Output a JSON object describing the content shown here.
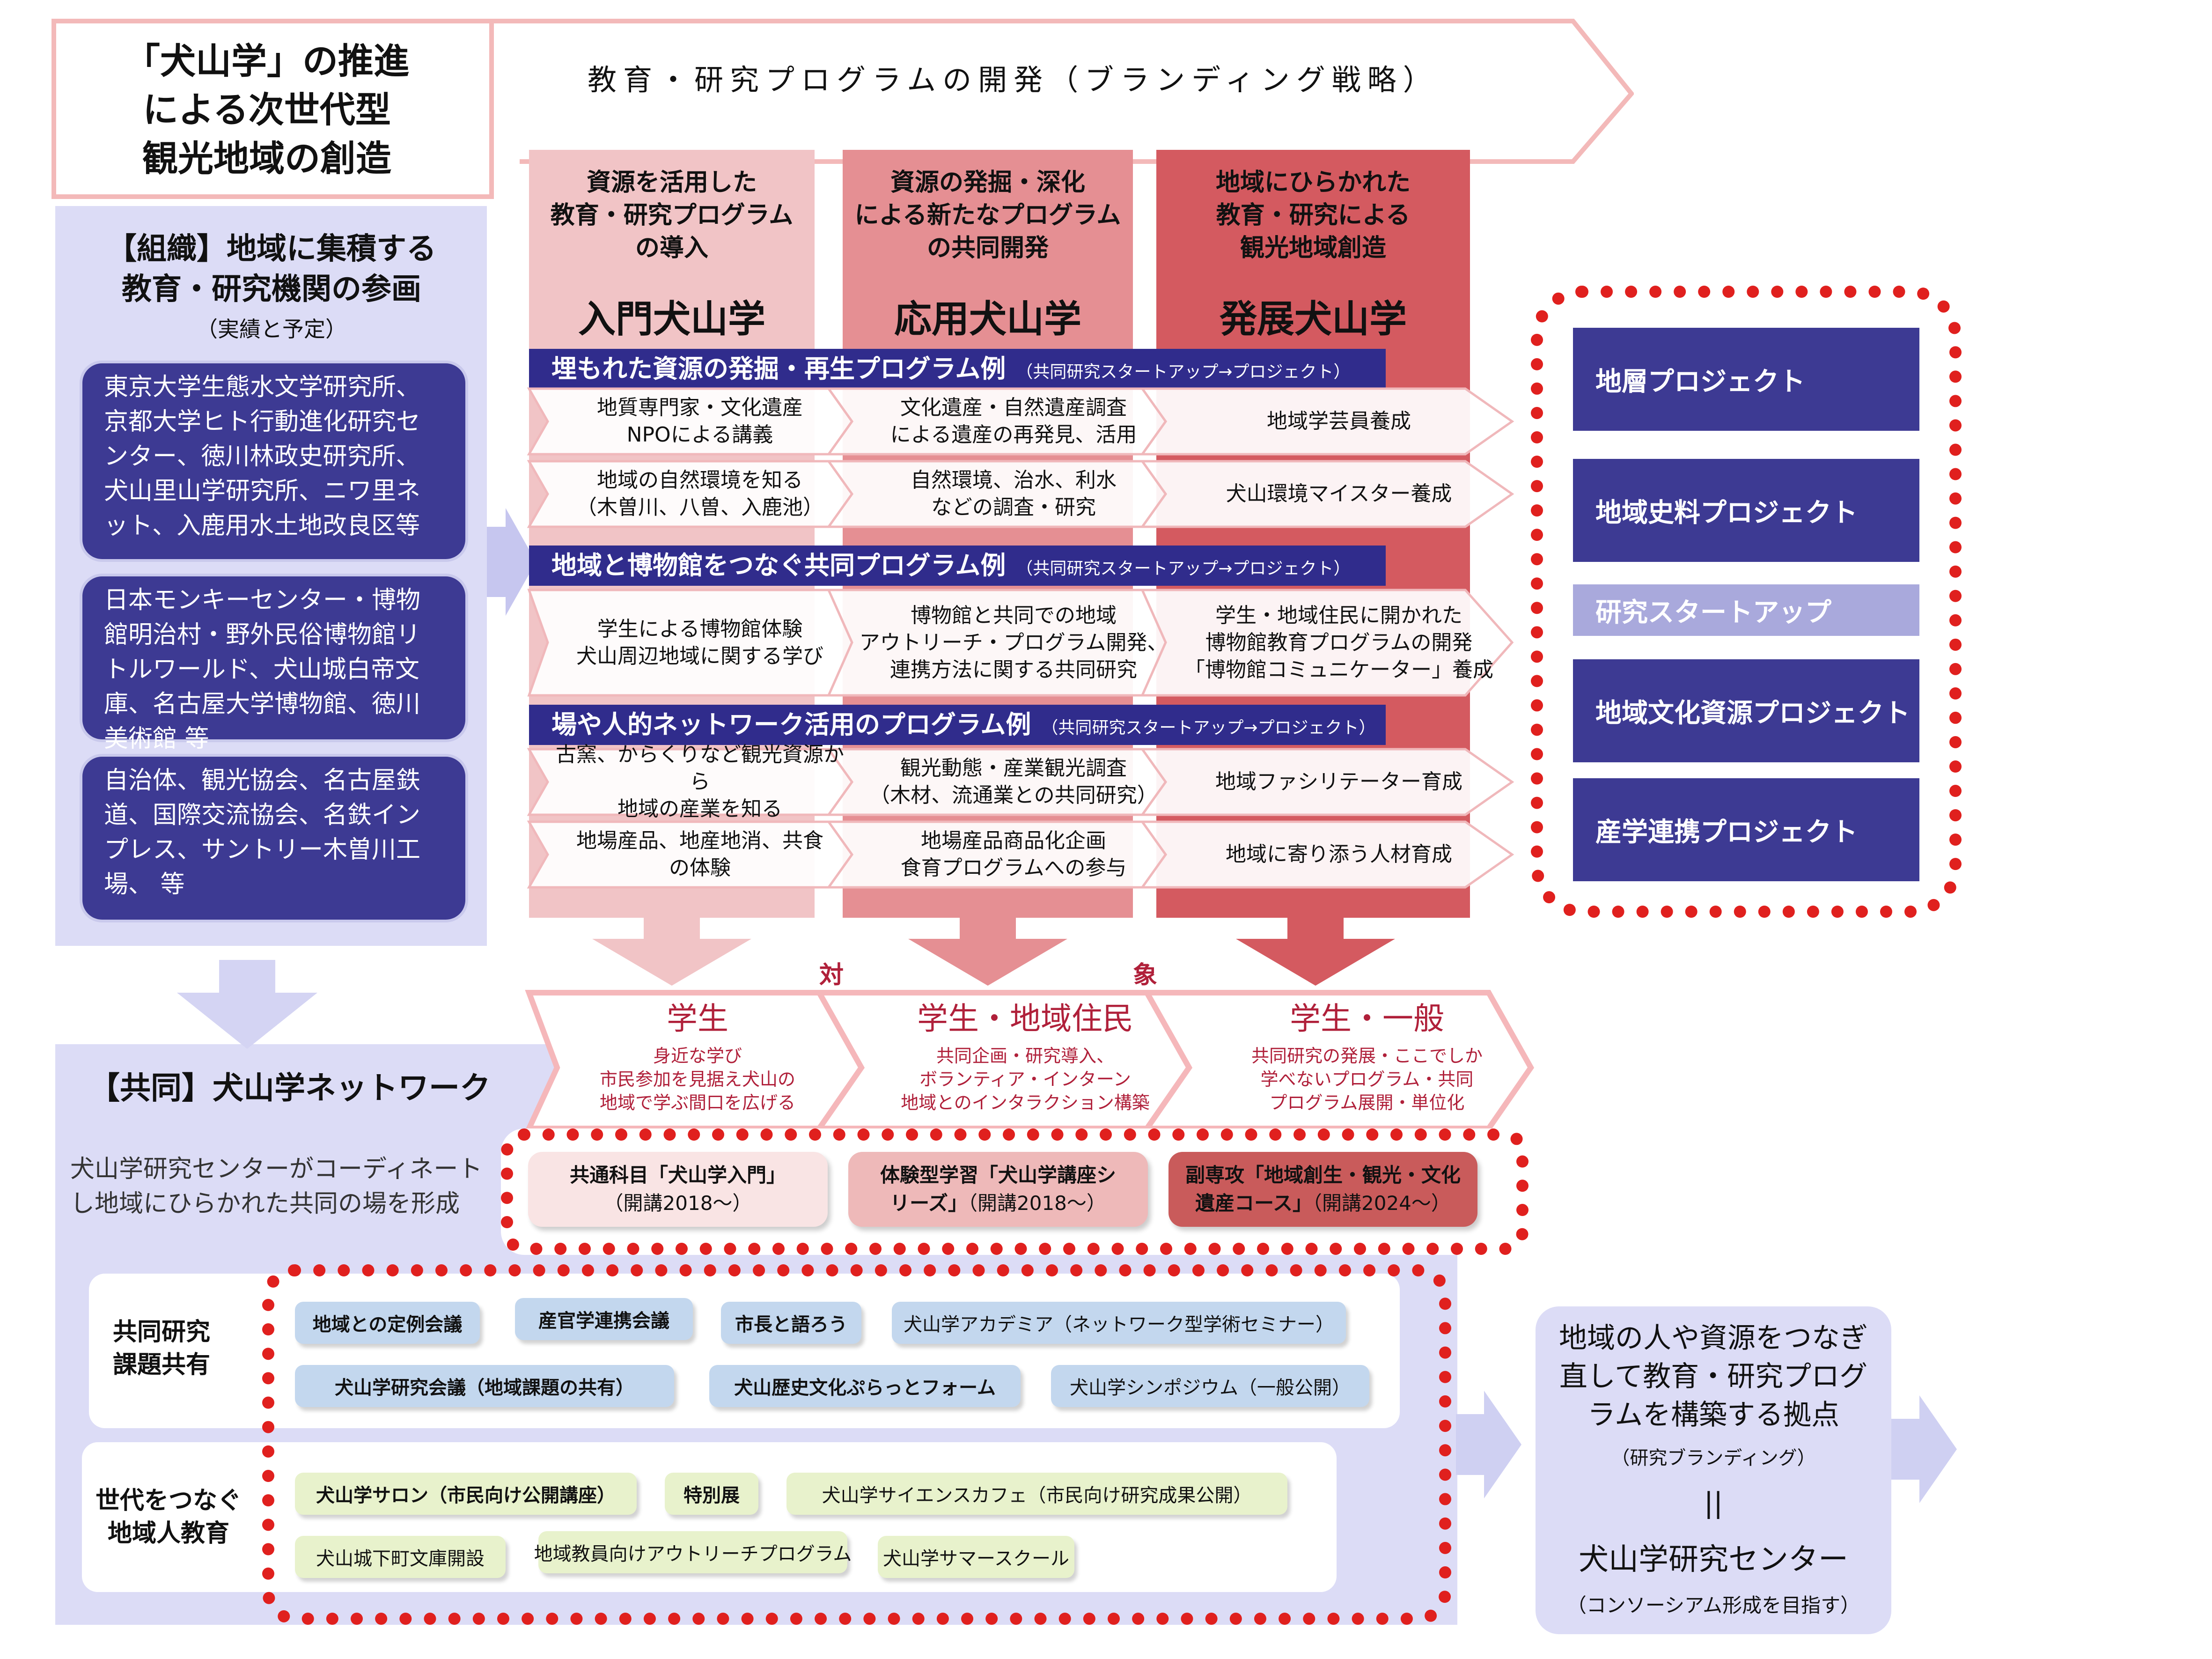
{
  "header": {
    "title": "「犬山学」の推進\nによる次世代型\n観光地域の創造",
    "banner": "教育・研究プログラムの開発（ブランディング戦略）"
  },
  "organizations": {
    "heading": "【組織】地域に集積する\n教育・研究機関の参画",
    "sub": "（実績と予定）",
    "groups": [
      "東京大学生態水文学研究所、京都大学ヒト行動進化研究センター、徳川林政史研究所、犬山里山学研究所、ニワ里ネット、入鹿用水土地改良区等",
      "日本モンキーセンター・博物館明治村・野外民俗博物館リトルワールド、犬山城白帝文庫、名古屋大学博物館、徳川美術館 等",
      "自治体、観光協会、名古屋鉄道、国際交流協会、名鉄インプレス、サントリー木曽川工場、 等"
    ]
  },
  "columns": [
    {
      "desc": "資源を活用した\n教育・研究プログラム\nの導入",
      "name": "入門犬山学",
      "color": "#f1c4c6"
    },
    {
      "desc": "資源の発掘・深化\nによる新たなプログラム\nの共同開発",
      "name": "応用犬山学",
      "color": "#e58f93"
    },
    {
      "desc": "地域にひらかれた\n教育・研究による\n観光地域創造",
      "name": "発展犬山学",
      "color": "#d45a60"
    }
  ],
  "programs": [
    {
      "title": "埋もれた資源の発掘・再生プログラム例",
      "note": "（共同研究スタートアップ→プロジェクト）",
      "rows": [
        [
          "地質専門家・文化遺産\nNPOによる講義",
          "文化遺産・自然遺産調査\nによる遺産の再発見、活用",
          "地域学芸員養成"
        ],
        [
          "地域の自然環境を知る\n（木曽川、八曽、入鹿池）",
          "自然環境、治水、利水\nなどの調査・研究",
          "犬山環境マイスター養成"
        ]
      ]
    },
    {
      "title": "地域と博物館をつなぐ共同プログラム例",
      "note": "（共同研究スタートアップ→プロジェクト）",
      "rows": [
        [
          "学生による博物館体験\n犬山周辺地域に関する学び",
          "博物館と共同での地域\nアウトリーチ・プログラム開発、\n連携方法に関する共同研究",
          "学生・地域住民に開かれた\n博物館教育プログラムの開発\n「博物館コミュニケーター」養成"
        ]
      ]
    },
    {
      "title": "場や人的ネットワーク活用のプログラム例",
      "note": "（共同研究スタートアップ→プロジェクト）",
      "rows": [
        [
          "古窯、からくりなど観光資源から\n地域の産業を知る",
          "観光動態・産業観光調査\n（木材、流通業との共同研究）",
          "地域ファシリテーター育成"
        ],
        [
          "地場産品、地産地消、共食\nの体験",
          "地場産品商品化企画\n食育プログラムへの参与",
          "地域に寄り添う人材育成"
        ]
      ]
    }
  ],
  "projects": [
    "地層プロジェクト",
    "地域史料プロジェクト",
    "研究スタートアップ",
    "地域文化資源プロジェクト",
    "産学連携プロジェクト"
  ],
  "target": {
    "label1": "対",
    "label2": "象",
    "items": [
      {
        "title": "学生",
        "desc": "身近な学び\n市民参加を見据え犬山の\n地域で学ぶ間口を広げる"
      },
      {
        "title": "学生・地域住民",
        "desc": "共同企画・研究導入、\nボランティア・インターン\n地域とのインタラクション構築"
      },
      {
        "title": "学生・一般",
        "desc": "共同研究の発展・ここでしか\n学べないプログラム・共同\nプログラム展開・単位化"
      }
    ]
  },
  "courses": [
    {
      "main": "共通科目「犬山学入門」",
      "sub": "（開講2018～）",
      "color": "#f9e4e4"
    },
    {
      "main": "体験型学習「犬山学講座シ\nリーズ」",
      "sub": "（開講2018～）",
      "color": "#eeb9b9"
    },
    {
      "main": "副専攻「地域創生・観光・文化\n遺産コース」",
      "sub": "（開講2024～）",
      "color": "#c95b5b"
    }
  ],
  "network": {
    "heading": "【共同】犬山学ネットワーク",
    "desc": "犬山学研究センターがコーディネート\nし地域にひらかれた共同の場を形成"
  },
  "joint_research": {
    "label": "共同研究\n課題共有",
    "row1": [
      "地域との定例会議",
      "産官学連携会議",
      "市長と語ろう",
      "犬山学アカデミア（ネットワーク型学術セミナー）"
    ],
    "row2": [
      "犬山学研究会議（地域課題の共有）",
      "犬山歴史文化ぷらっとフォーム",
      "犬山学シンポジウム（一般公開）"
    ]
  },
  "education": {
    "label": "世代をつなぐ\n地域人教育",
    "row1": [
      "犬山学サロン（市民向け公開講座）",
      "特別展",
      "犬山学サイエンスカフェ（市民向け研究成果公開）"
    ],
    "row2": [
      "犬山城下町文庫開設",
      "地域教員向けアウトリーチプログラム",
      "犬山学サマースクール"
    ]
  },
  "hub": {
    "text": "地域の人や資源をつなぎ\n直して教育・研究プログ\nラムを構築する拠点",
    "sub1": "（研究ブランディング）",
    "eq": "||",
    "center": "犬山学研究センター",
    "sub2": "（コンソーシアム形成を目指す）"
  },
  "colors": {
    "navy": "#3d3a93",
    "lavender": "#dcdcf6",
    "band": "#302c8c",
    "dotted_red": "#e0201e",
    "target_text": "#b0203a"
  }
}
